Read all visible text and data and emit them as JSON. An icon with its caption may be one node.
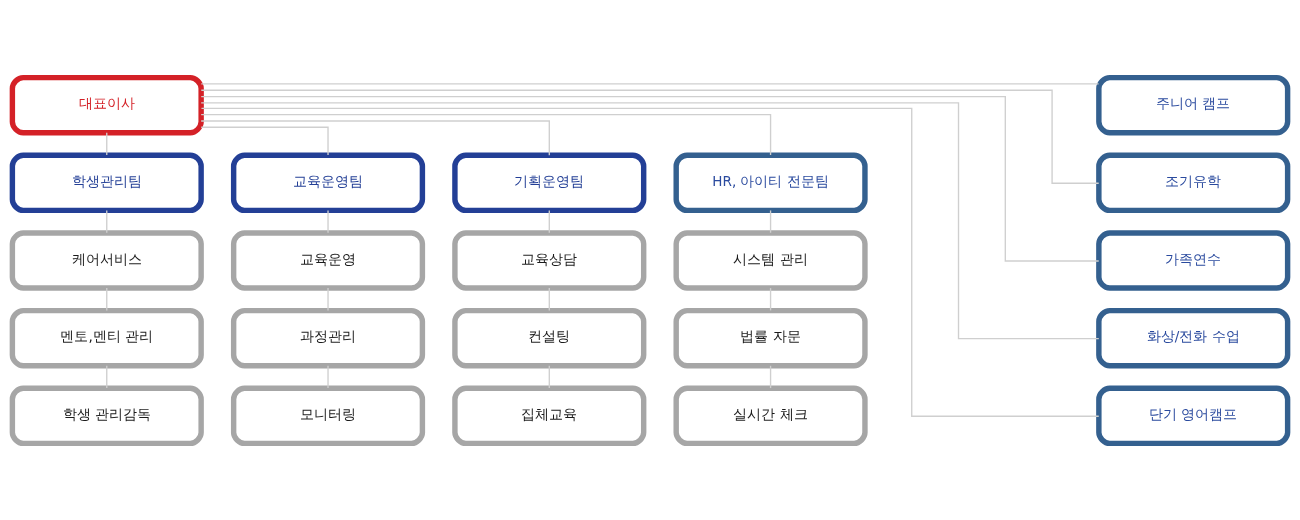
{
  "diagram": {
    "nodes": [
      {
        "text": [
          "대표이사"
        ]
      },
      {
        "text": [
          "주니어 캠프"
        ]
      },
      {
        "text": [
          "학생관리팀"
        ]
      },
      {
        "text": [
          "교육운영팀"
        ]
      },
      {
        "text": [
          "기획운영팀"
        ]
      },
      {
        "text": [
          "HR, 아이티 전문팀"
        ]
      },
      {
        "text": [
          "조기유학"
        ]
      },
      {
        "text": [
          "케어서비스"
        ]
      },
      {
        "text": [
          "교육운영"
        ]
      },
      {
        "text": [
          "교육상담"
        ]
      },
      {
        "text": [
          "시스템 관리"
        ]
      },
      {
        "text": [
          "가족연수"
        ]
      },
      {
        "text": [
          "멘토,멘티 관리"
        ]
      },
      {
        "text": [
          "과정관리"
        ]
      },
      {
        "text": [
          "컨설팅"
        ]
      },
      {
        "text": [
          "법률 자문"
        ]
      },
      {
        "text": [
          "화상/전화 수업"
        ]
      },
      {
        "text": [
          "학생 관리감독"
        ]
      },
      {
        "text": [
          "모니터링"
        ]
      },
      {
        "text": [
          "집체교육"
        ]
      },
      {
        "text": [
          "실시간 체크"
        ]
      },
      {
        "text": [
          "단기 영어캠프"
        ]
      }
    ],
    "edges": [
      {
        "from": 0,
        "to": 1,
        "arrow": "none"
      },
      {
        "from": 0,
        "to": 2,
        "arrow": "none"
      },
      {
        "from": 0,
        "to": 3,
        "arrow": "none"
      },
      {
        "from": 0,
        "to": 4,
        "arrow": "none"
      },
      {
        "from": 0,
        "to": 5,
        "arrow": "none"
      },
      {
        "from": 0,
        "to": 6,
        "arrow": "none"
      },
      {
        "from": 0,
        "to": 11,
        "arrow": "none"
      },
      {
        "from": 0,
        "to": 16,
        "arrow": "none"
      },
      {
        "from": 0,
        "to": 21,
        "arrow": "none"
      },
      {
        "from": 2,
        "to": 7,
        "arrow": "none"
      },
      {
        "from": 7,
        "to": 12,
        "arrow": "none"
      },
      {
        "from": 12,
        "to": 17,
        "arrow": "none"
      },
      {
        "from": 3,
        "to": 8,
        "arrow": "none"
      },
      {
        "from": 8,
        "to": 13,
        "arrow": "none"
      },
      {
        "from": 13,
        "to": 18,
        "arrow": "none"
      },
      {
        "from": 4,
        "to": 9,
        "arrow": "none"
      },
      {
        "from": 9,
        "to": 14,
        "arrow": "none"
      },
      {
        "from": 14,
        "to": 19,
        "arrow": "none"
      },
      {
        "from": 5,
        "to": 10,
        "arrow": "none"
      },
      {
        "from": 10,
        "to": 15,
        "arrow": "none"
      },
      {
        "from": 15,
        "to": 20,
        "arrow": "none"
      }
    ]
  }
}
